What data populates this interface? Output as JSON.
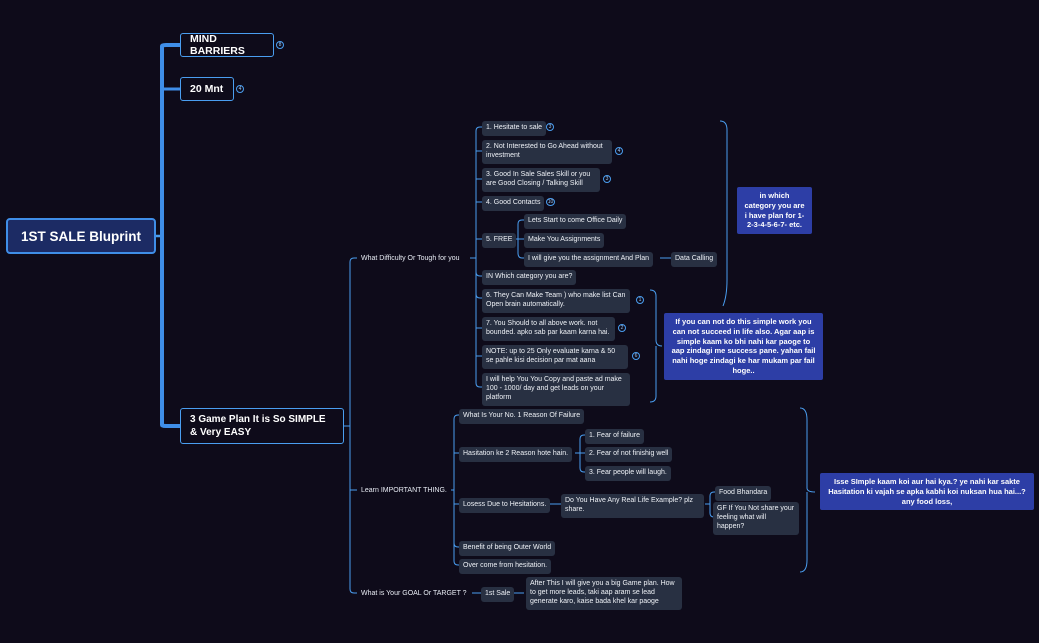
{
  "root": {
    "label": "1ST SALE Bluprint"
  },
  "level1": {
    "mind_barriers": {
      "label": "MIND BARRIERS",
      "badge": "8"
    },
    "twenty_mnt": {
      "label": "20 Mnt",
      "badge": "4"
    },
    "game_plan": {
      "label": "3 Game Plan It is So SIMPLE & Very EASY"
    }
  },
  "difficulty": {
    "label": "What Difficulty Or Tough for you",
    "items": [
      {
        "text": "1. Hesitate to sale",
        "badge": "3"
      },
      {
        "text": "2. Not Interested to Go Ahead without investment",
        "badge": "4"
      },
      {
        "text": "3. Good In Sale Sales Skill  or you are Good Closing / Talking Skill",
        "badge": "3"
      },
      {
        "text": "4. Good Contacts",
        "badge": "10"
      },
      {
        "text": "5. FREE"
      },
      {
        "text": "IN Which category you are?"
      },
      {
        "text": "6. They Can Make Team ) who make list Can Open brain automatically.",
        "badge": "1"
      },
      {
        "text": "7. You Should to all above work. not bounded. apko sab par kaam karna hai.",
        "badge": "2"
      },
      {
        "text": "NOTE: up to 25 Only evaluate  karna  &  50 se pahle kisi decision par mat aana",
        "badge": "6"
      },
      {
        "text": "I will help You You Copy and paste ad make 100 - 1000/ day and get leads on your platform"
      }
    ],
    "free_items": [
      {
        "text": "Lets Start to come Office Daily"
      },
      {
        "text": "Make You Assignments"
      },
      {
        "text": "I will give you the assignment  And Plan"
      }
    ],
    "data_calling": "Data Calling",
    "callout_category": "in which category you are i have plan for 1-2-3-4-5-6-7- etc.",
    "callout_life": "If you can not do this simple work you can not succeed in life also. Agar aap is simple kaam ko bhi nahi kar paoge to aap zindagi  me success pane. yahan fail nahi hoge zindagi ke har mukam par fail hoge.."
  },
  "learn": {
    "label": "Learn IMPORTANT THING.",
    "reason": "What Is Your No. 1 Reason Of Failure",
    "hesitation": "Hasitation ke 2 Reason hote hain.",
    "fears": [
      "1. Fear of failure",
      "2. Fear of not finishig well",
      "3. Fear people will laugh."
    ],
    "losses": "Losess Due to Hesitations.",
    "real_life": "Do You Have Any Real Life Example? plz share.",
    "food": "Food  Bhandara",
    "gf": "GF If You Not share your feeling what will happen?",
    "benefit": "Benefit of being Outer World",
    "overcome": "Over come from hesitation.",
    "callout": "Isse SImple kaam koi aur hai kya.? ye nahi kar sakte Hasitation ki vajah se apka kabhi koi nuksan hua hai...?  any food loss,"
  },
  "goal": {
    "label": "What is Your GOAL  Or TARGET ?",
    "first_sale": "1st Sale",
    "plan": "After This I will give you a big Game plan. How to get more leads, taki aap aram se lead generate karo, kaise bada khel kar paoge"
  },
  "colors": {
    "background": "#0e0b1a",
    "line": "#4a9ef0",
    "root_fill": "#1c2b64",
    "box": "#283042",
    "callout": "#2d3ea6"
  }
}
